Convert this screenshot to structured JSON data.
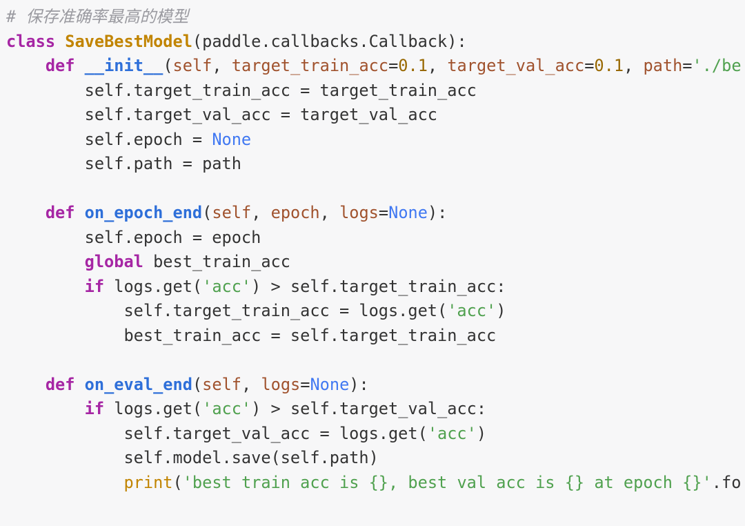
{
  "comment": "# 保存准确率最高的模型",
  "tokens": {
    "class_kw": "class",
    "def_kw": "def",
    "if_kw": "if",
    "global_kw": "global",
    "class_name": "SaveBestModel",
    "base_class": "(paddle.callbacks.Callback):",
    "init_fn": "__init__",
    "on_epoch_end_fn": "on_epoch_end",
    "on_eval_end_fn": "on_eval_end",
    "none": "None",
    "self": "self",
    "print_fn": "print",
    "acc_str": "'acc'"
  },
  "lines": {
    "l3_open": "(",
    "l3_self": "self",
    "l3_comma1": ", ",
    "l3_p1": "target_train_acc",
    "l3_eq1": "=",
    "l3_v1": "0.1",
    "l3_comma2": ", ",
    "l3_p2": "target_val_acc",
    "l3_eq2": "=",
    "l3_v2": "0.1",
    "l3_comma3": ", ",
    "l3_p3": "path",
    "l3_eq3": "=",
    "l3_v3": "'./be",
    "l4": "        self.target_train_acc = target_train_acc",
    "l5": "        self.target_val_acc = target_val_acc",
    "l6a": "        self.epoch = ",
    "l7": "        self.path = path",
    "l9_open": "(",
    "l9_self": "self",
    "l9_comma1": ", ",
    "l9_p1": "epoch",
    "l9_comma2": ", ",
    "l9_p2": "logs",
    "l9_eq": "=",
    "l9_close": "):",
    "l10": "        self.epoch = epoch",
    "l11b": " best_train_acc",
    "l12a": " logs.get(",
    "l12b": ") > self.target_train_acc:",
    "l13a": "            self.target_train_acc = logs.get(",
    "l13b": ")",
    "l14": "            best_train_acc = self.target_train_acc",
    "l16_open": "(",
    "l16_self": "self",
    "l16_comma": ", ",
    "l16_p": "logs",
    "l16_eq": "=",
    "l16_close": "):",
    "l17a": " logs.get(",
    "l17b": ") > self.target_val_acc:",
    "l18a": "            self.target_val_acc = logs.get(",
    "l18b": ")",
    "l19": "            self.model.save(self.path)",
    "l20a": "            ",
    "l20b": "(",
    "l20c": "'best train acc is {}, best val acc is {} at epoch {}'",
    "l20d": ".fo"
  }
}
